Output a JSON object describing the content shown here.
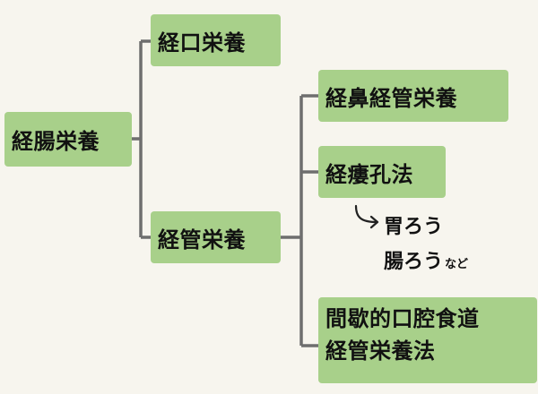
{
  "root": "経腸栄養",
  "branch_oral": "経口栄養",
  "branch_tube": "経管栄養",
  "tube_children": [
    "経鼻経管栄養",
    "経瘻孔法",
    "間歇的口腔食道経管栄養法"
  ],
  "last_child_lines": [
    "間歇的口腔食道",
    "経管栄養法"
  ],
  "fistula_examples": {
    "line1": "胃ろう",
    "line2": "腸ろう",
    "suffix": "など"
  },
  "colors": {
    "box_fill": "#a8d08a",
    "connector": "#6e6e6e",
    "background": "#f7f5ee"
  }
}
